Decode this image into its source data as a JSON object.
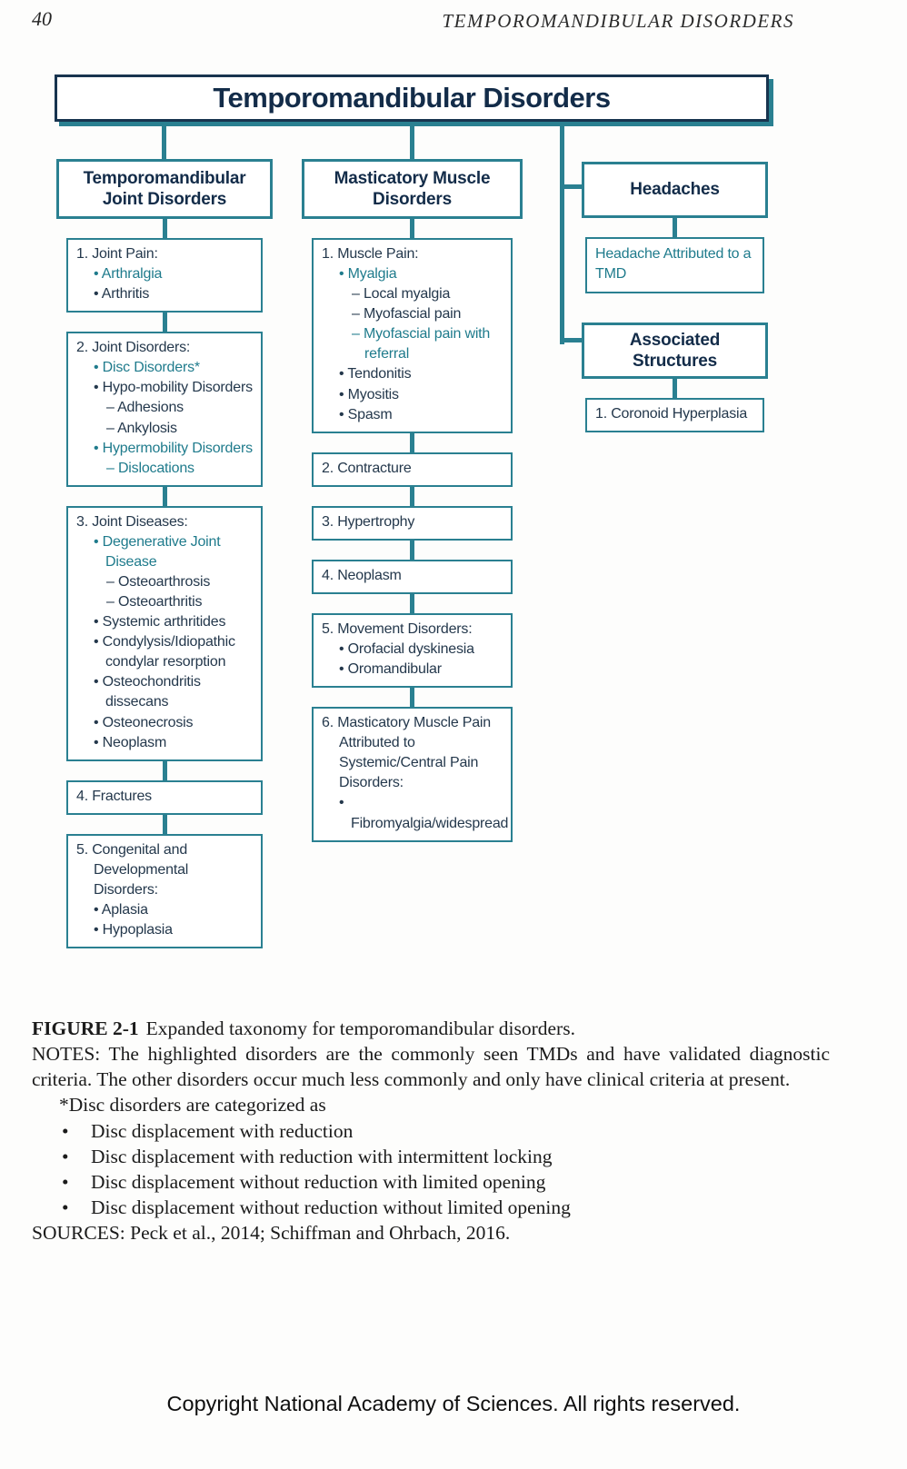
{
  "page": {
    "number": "40",
    "running_header": "TEMPOROMANDIBULAR DISORDERS",
    "copyright": "Copyright National Academy of Sciences. All rights reserved."
  },
  "colors": {
    "teal": "#2a8091",
    "teal_text": "#1f7b8c",
    "ink": "#24384c",
    "heading": "#132c49"
  },
  "diagram": {
    "title": "Temporomandibular Disorders",
    "columns": [
      {
        "name": "temporomandibular-joint-disorders",
        "groups": [
          {
            "header": "Temporomandibular Joint Disorders",
            "boxes": [
              {
                "title": "1. Joint Pain:",
                "items": [
                  {
                    "text": "Arthralgia",
                    "level": "bullet",
                    "highlight": true
                  },
                  {
                    "text": "Arthritis",
                    "level": "bullet",
                    "highlight": false
                  }
                ]
              },
              {
                "title": "2. Joint Disorders:",
                "items": [
                  {
                    "text": "Disc Disorders*",
                    "level": "bullet",
                    "highlight": true
                  },
                  {
                    "text": "Hypo-mobility Disorders",
                    "level": "bullet",
                    "highlight": false
                  },
                  {
                    "text": "Adhesions",
                    "level": "dash",
                    "highlight": false
                  },
                  {
                    "text": "Ankylosis",
                    "level": "dash",
                    "highlight": false
                  },
                  {
                    "text": "Hypermobility Disorders",
                    "level": "bullet",
                    "highlight": true
                  },
                  {
                    "text": "Dislocations",
                    "level": "dash",
                    "highlight": true
                  }
                ]
              },
              {
                "title": "3. Joint Diseases:",
                "items": [
                  {
                    "text": "Degenerative Joint Disease",
                    "level": "bullet",
                    "highlight": true
                  },
                  {
                    "text": "Osteoarthrosis",
                    "level": "dash",
                    "highlight": false
                  },
                  {
                    "text": "Osteoarthritis",
                    "level": "dash",
                    "highlight": false
                  },
                  {
                    "text": "Systemic arthritides",
                    "level": "bullet",
                    "highlight": false
                  },
                  {
                    "text": "Condylysis/Idiopathic condylar resorption",
                    "level": "bullet",
                    "highlight": false
                  },
                  {
                    "text": "Osteochondritis dissecans",
                    "level": "bullet",
                    "highlight": false
                  },
                  {
                    "text": "Osteonecrosis",
                    "level": "bullet",
                    "highlight": false
                  },
                  {
                    "text": "Neoplasm",
                    "level": "bullet",
                    "highlight": false
                  }
                ]
              },
              {
                "title": "4. Fractures",
                "items": []
              },
              {
                "title": "5. Congenital and Developmental Disorders:",
                "items": [
                  {
                    "text": "Aplasia",
                    "level": "bullet",
                    "highlight": false
                  },
                  {
                    "text": "Hypoplasia",
                    "level": "bullet",
                    "highlight": false
                  }
                ]
              }
            ]
          }
        ]
      },
      {
        "name": "masticatory-muscle-disorders",
        "groups": [
          {
            "header": "Masticatory Muscle Disorders",
            "boxes": [
              {
                "title": "1. Muscle Pain:",
                "items": [
                  {
                    "text": "Myalgia",
                    "level": "bullet",
                    "highlight": true
                  },
                  {
                    "text": "Local myalgia",
                    "level": "dash",
                    "highlight": false
                  },
                  {
                    "text": "Myofascial pain",
                    "level": "dash",
                    "highlight": false
                  },
                  {
                    "text": "Myofascial pain with referral",
                    "level": "dash",
                    "highlight": true
                  },
                  {
                    "text": "Tendonitis",
                    "level": "bullet",
                    "highlight": false
                  },
                  {
                    "text": "Myositis",
                    "level": "bullet",
                    "highlight": false
                  },
                  {
                    "text": "Spasm",
                    "level": "bullet",
                    "highlight": false
                  }
                ]
              },
              {
                "title": "2. Contracture",
                "items": []
              },
              {
                "title": "3. Hypertrophy",
                "items": []
              },
              {
                "title": "4. Neoplasm",
                "items": []
              },
              {
                "title": "5. Movement Disorders:",
                "items": [
                  {
                    "text": "Orofacial dyskinesia",
                    "level": "bullet",
                    "highlight": false
                  },
                  {
                    "text": "Oromandibular",
                    "level": "bullet",
                    "highlight": false
                  }
                ]
              },
              {
                "title": "6. Masticatory Muscle Pain Attributed to Systemic/Central Pain Disorders:",
                "items": [
                  {
                    "text": "Fibromyalgia/widespread",
                    "level": "bullet",
                    "highlight": false
                  }
                ]
              }
            ]
          }
        ]
      },
      {
        "name": "headaches-and-associated-structures",
        "groups": [
          {
            "header": "Headaches",
            "boxes": [
              {
                "text": "Headache Attributed to a TMD",
                "highlight": true
              }
            ]
          },
          {
            "header": "Associated Structures",
            "boxes": [
              {
                "title": "1. Coronoid Hyperplasia",
                "items": []
              }
            ]
          }
        ]
      }
    ]
  },
  "caption": {
    "figure_label": "FIGURE 2-1",
    "figure_title": "Expanded taxonomy for temporomandibular disorders.",
    "notes": "NOTES: The highlighted disorders are the commonly seen TMDs and have validated diagnostic criteria. The other disorders occur much less commonly and only have clinical criteria at present.",
    "asterisk_note": "*Disc disorders are categorized as",
    "bullets": [
      "Disc displacement with reduction",
      "Disc displacement with reduction with intermittent locking",
      "Disc displacement without reduction with limited opening",
      "Disc displacement without reduction without limited opening"
    ],
    "sources": "SOURCES: Peck et al., 2014; Schiffman and Ohrbach, 2016."
  }
}
